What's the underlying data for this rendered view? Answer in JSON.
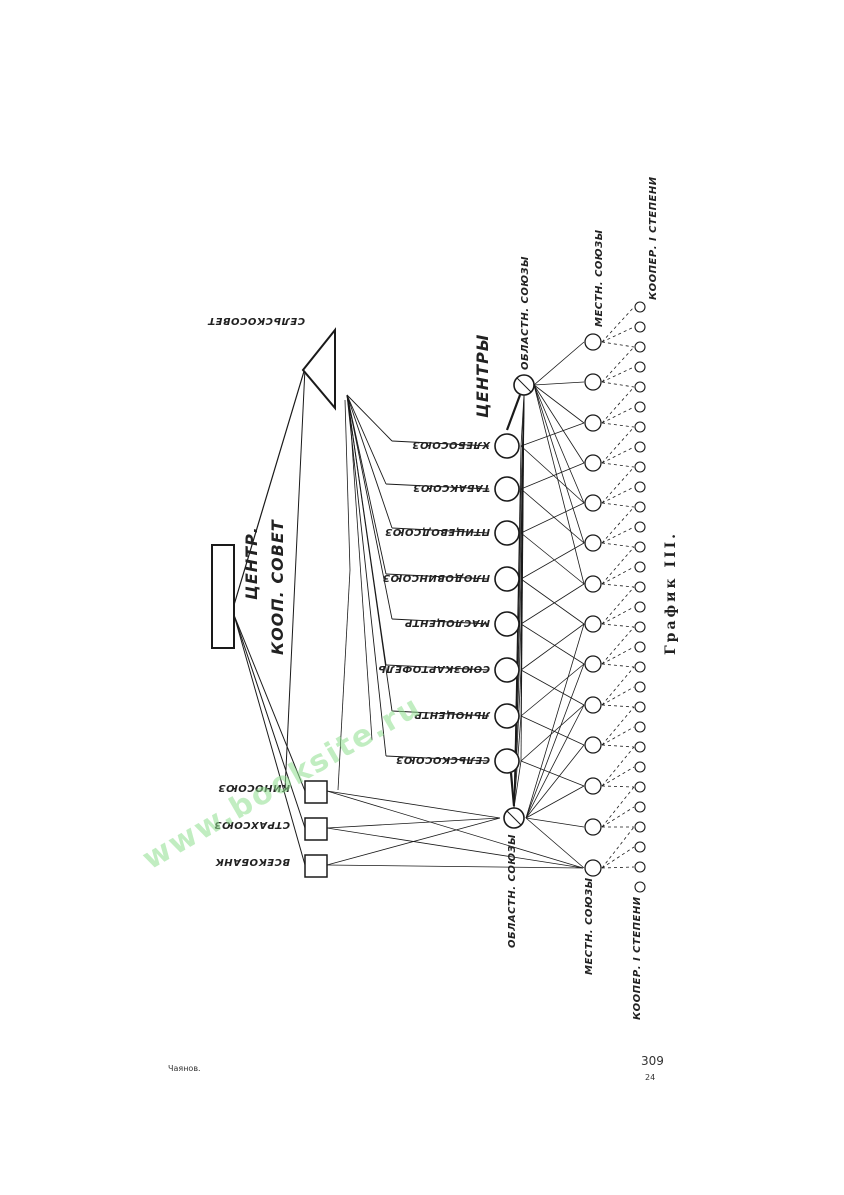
{
  "diagram": {
    "top_triangle_label": "СЕЛЬСКОСОВЕТ",
    "center_box_label_line1": "ЦЕНТР.",
    "center_box_label_line2": "КООП. СОВЕТ",
    "centers_heading": "ЦЕНТРЫ",
    "top_column_labels": [
      "ОБЛАСТН. СОЮЗЫ",
      "МЕСТН. СОЮЗЫ",
      "КООПЕР. I СТЕПЕНИ"
    ],
    "bottom_column_labels": [
      "ОБЛАСТН. СОЮЗЫ",
      "МЕСТН. СОЮЗЫ",
      "КООПЕР. I СТЕПЕНИ"
    ],
    "centers": [
      "ХЛЕБОСОЮЗ",
      "ТАБАКСОЮЗ",
      "ПТИЦЕВОДСОЮЗ",
      "ПЛОДОВИНСОЮЗ",
      "МАСЛОЦЕНТР",
      "СОЮЗКАРТОФЕЛЬ",
      "ЛЬНОЦЕНТР",
      "СЕЛЬСКОСОЮЗ"
    ],
    "side_boxes": [
      "КИНОСОЮЗ",
      "СТРАХСОЮЗ",
      "ВСЕКОБАНК"
    ],
    "caption": "График III.",
    "footer_left": "Чаянов.",
    "page_number": "309",
    "signature": "24"
  },
  "watermark_text": "www.booksite.ru"
}
